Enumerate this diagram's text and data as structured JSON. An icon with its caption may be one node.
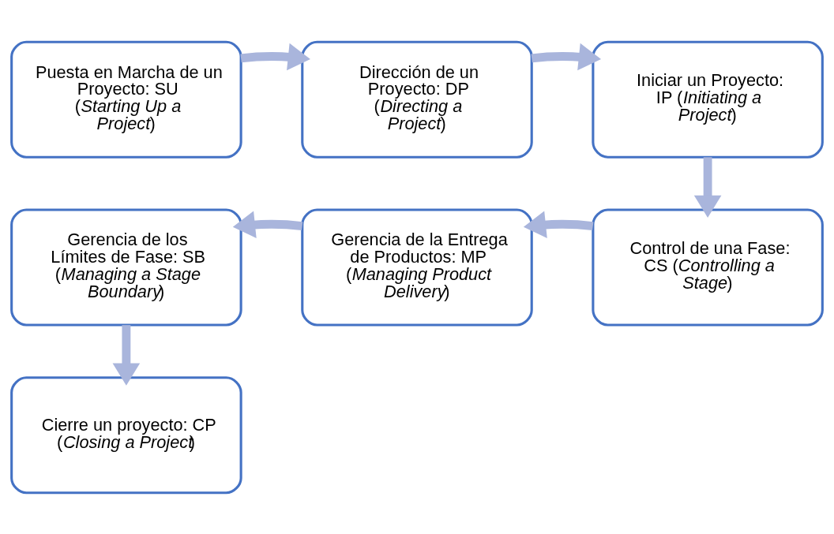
{
  "diagram": {
    "nodes": [
      {
        "text": [
          "Puesta en Marcha de un Proyecto: SU (*Starting Up a Project*)"
        ]
      },
      {
        "text": [
          "Dirección de un Proyecto: DP (*Directing a Project*)"
        ]
      },
      {
        "text": [
          "Iniciar un Proyecto: IP (*Initiating a Project*)"
        ]
      },
      {
        "text": [
          "Control de una Fase: CS (*Controlling a Stage*)"
        ]
      },
      {
        "text": [
          "Gerencia de la Entrega de Productos: MP (*Managing Product Delivery*)"
        ]
      },
      {
        "text": [
          "Gerencia de los Límites de Fase: SB (*Managing a Stage Boundary*)"
        ]
      },
      {
        "text": [
          "Cierre un proyecto: CP (*Closing a Project*)"
        ]
      }
    ],
    "edges": [
      {
        "from": 0,
        "to": 1,
        "arrow": "to"
      },
      {
        "from": 1,
        "to": 2,
        "arrow": "to"
      },
      {
        "from": 2,
        "to": 3,
        "arrow": "to"
      },
      {
        "from": 3,
        "to": 4,
        "arrow": "to"
      },
      {
        "from": 4,
        "to": 5,
        "arrow": "to"
      },
      {
        "from": 5,
        "to": 6,
        "arrow": "to"
      }
    ]
  }
}
